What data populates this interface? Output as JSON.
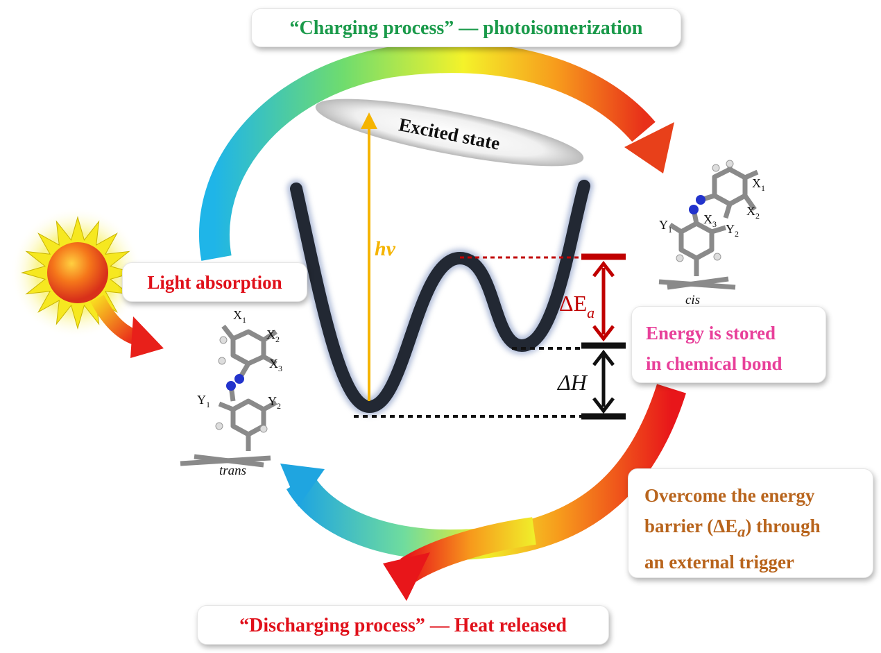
{
  "labels": {
    "charging": "“Charging process” — photoisomerization",
    "light_absorption": "Light absorption",
    "excited_state": "Excited state",
    "hv": "hν",
    "delta_ea": "ΔE",
    "delta_ea_sub": "a",
    "delta_h": "ΔH",
    "stored_line1": "Energy is stored",
    "stored_line2": "in chemical bond",
    "overcome_line1": "Overcome the energy",
    "overcome_line2_pre": "barrier (ΔE",
    "overcome_line2_sub": "a",
    "overcome_line2_post": ") through",
    "overcome_line3": "an external trigger",
    "discharging": "“Discharging process” — Heat released",
    "cis": "cis",
    "trans": "trans"
  },
  "molecule_labels": {
    "trans_x1": "X",
    "trans_x1_sub": "1",
    "trans_x2": "X",
    "trans_x2_sub": "2",
    "trans_x3": "X",
    "trans_x3_sub": "3",
    "trans_y1": "Y",
    "trans_y1_sub": "1",
    "trans_y2": "Y",
    "trans_y2_sub": "2",
    "cis_x1": "X",
    "cis_x1_sub": "1",
    "cis_x2": "X",
    "cis_x2_sub": "2",
    "cis_x3": "X",
    "cis_x3_sub": "3",
    "cis_y1": "Y",
    "cis_y1_sub": "1",
    "cis_y2": "Y",
    "cis_y2_sub": "2"
  },
  "colors": {
    "green_text": "#1a9a4a",
    "red_text": "#e0101a",
    "pink_text": "#e8409a",
    "brown_text": "#b8641c",
    "hv_arrow": "#f5b400",
    "barrier_arrow": "#c00000",
    "curve": "#222833"
  }
}
